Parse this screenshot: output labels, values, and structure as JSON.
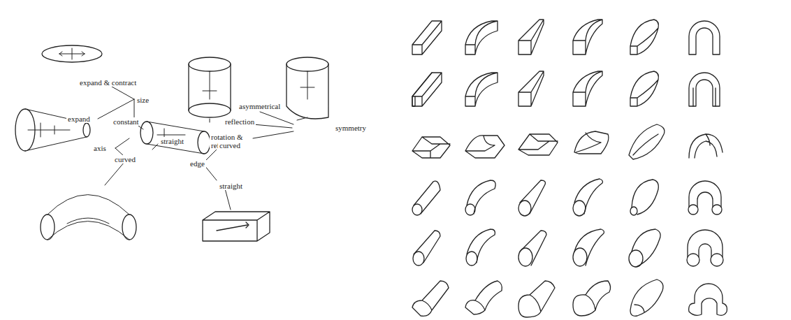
{
  "diagram": {
    "labels": [
      "expand & contract",
      "size",
      "expand",
      "constant",
      "straight",
      "axis",
      "curved",
      "asymmetrical",
      "reflection",
      "symmetry",
      "rotation & reflection",
      "curved",
      "edge",
      "straight"
    ]
  }
}
